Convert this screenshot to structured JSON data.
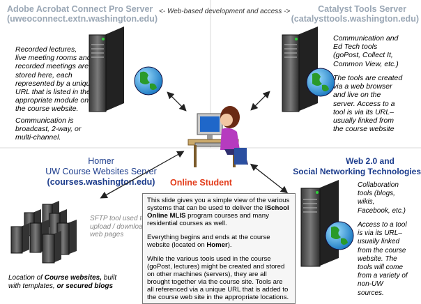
{
  "top_left": {
    "title_line1": "Adobe Acrobat Connect Pro Server",
    "title_line2": "(uweoconnect.extn.washington.edu)",
    "desc": [
      "Recorded lectures,",
      "live meeting rooms and",
      "recorded meetings  are",
      "stored here, each",
      "represented by a unique",
      "URL that is listed in the",
      "appropriate module on",
      "the course website."
    ],
    "comm": [
      "Communication is",
      "broadcast, 2-way, or",
      "multi-channel."
    ]
  },
  "top_center_label": "<- Web-based development and access ->",
  "top_right": {
    "title_line1": "Catalyst Tools Server",
    "title_line2": "(catalysttools.washington.edu)",
    "desc1": [
      "Communication and",
      "Ed Tech tools",
      "(goPost, Collect It,",
      "Common View, etc.)"
    ],
    "desc2": [
      "The tools are created",
      "via a web browser",
      "and live on the",
      "server.  Access to a",
      "tool is via its URL–",
      "usually linked from",
      "the course website"
    ]
  },
  "homer": {
    "line1": "Homer",
    "line2": "UW Course Websites Server",
    "line3": "(courses.washington.edu)",
    "sftp": [
      "SFTP tool used to",
      "upload  / download",
      "web pages"
    ],
    "location_pre": "Location of ",
    "location_bold": "Course websites,",
    "location_post": " built",
    "location_line2_pre": "with templates, ",
    "location_line2_bold": "or  secured blogs"
  },
  "student_label": "Online Student",
  "web20": {
    "line1": "Web 2.0 and",
    "line2": "Social Networking Technologies",
    "desc1": [
      "Collaboration",
      "tools (blogs,",
      "wikis,",
      "Facebook, etc.)"
    ],
    "desc2": [
      "Access to a tool",
      "is via its URL–",
      "usually linked",
      "from the course",
      "website.  The",
      "tools will come",
      "from a variety of",
      "non-UW",
      "sources."
    ]
  },
  "center_box": {
    "p1_pre": "This slide gives you a simple view of the various systems that can be used to deliver the ",
    "p1_bold": "iSchool Online MLIS",
    "p1_post": " program courses and many residential courses as well.",
    "p2_pre": "Everything begins and ends at the course website (located on ",
    "p2_bold": "Homer",
    "p2_post": ").",
    "p3": "While the various tools used in the course (goPost, lectures) might be created and stored on other machines (servers),  they are all brought together via the course site.  Tools are all referenced via a unique URL that is added to the course web site in the appropriate locations."
  },
  "colors": {
    "title_gray": "#9aa7b5",
    "heading_blue": "#1c3c8c",
    "student_red": "#e23b1a"
  }
}
